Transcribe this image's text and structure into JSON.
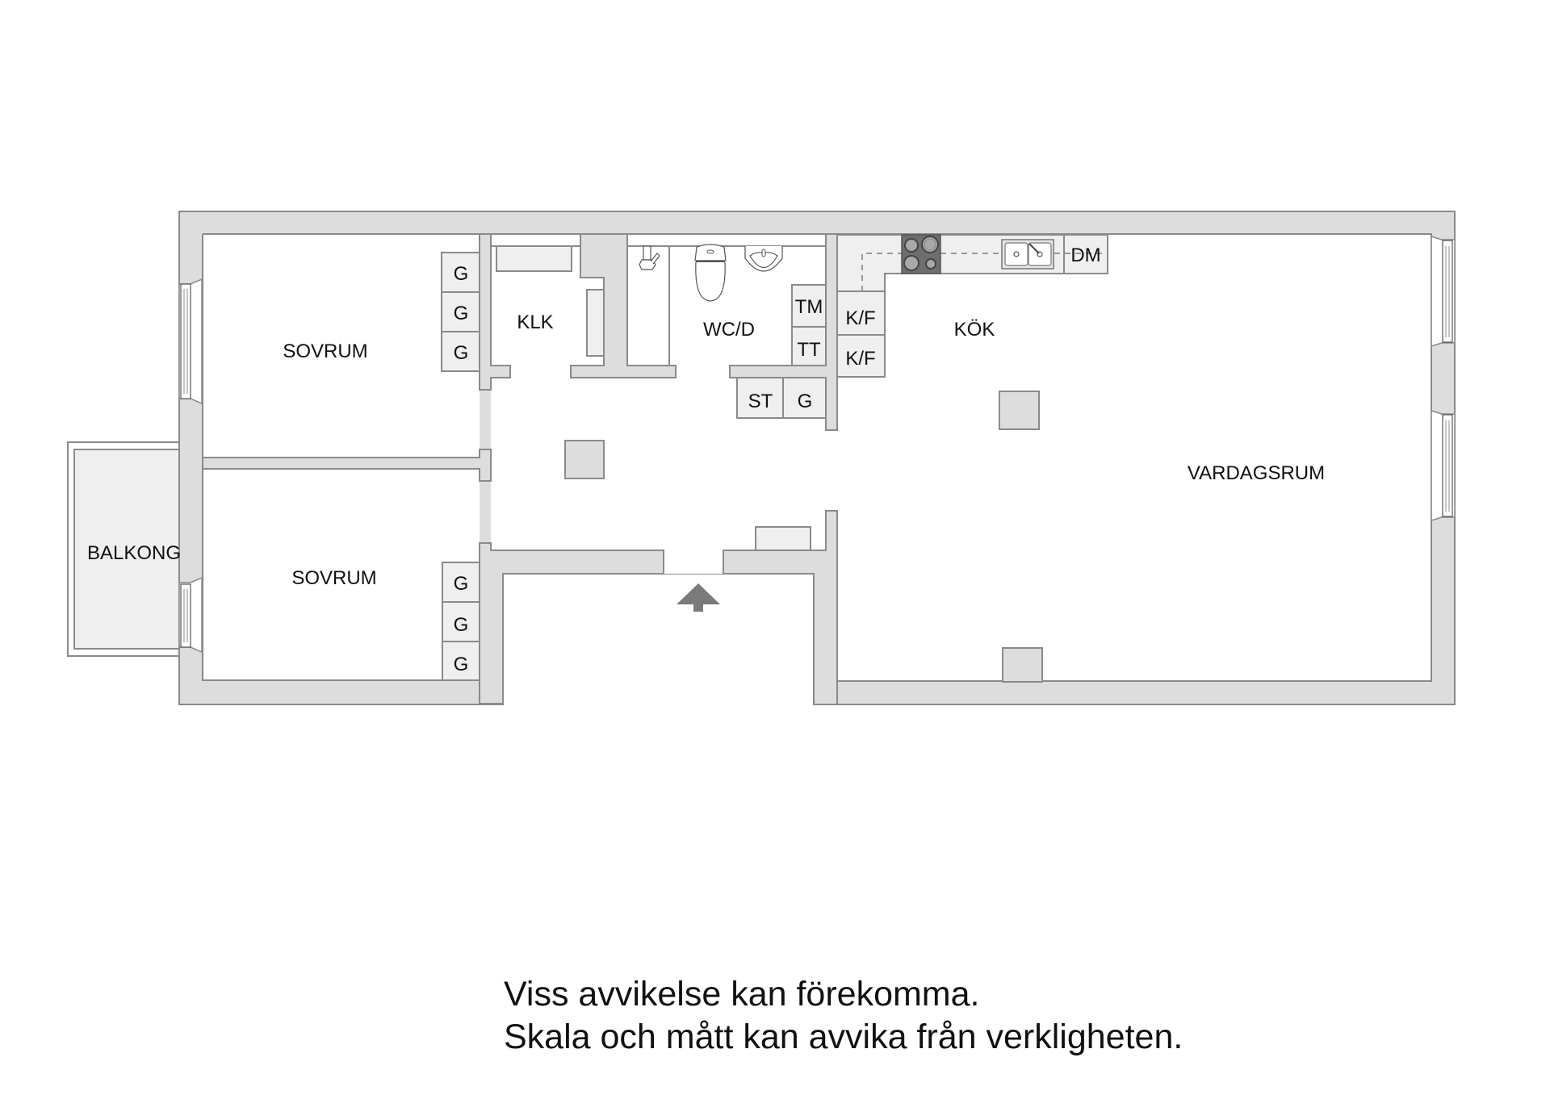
{
  "floorplan": {
    "rooms": {
      "sovrum_upper": "SOVRUM",
      "sovrum_lower": "SOVRUM",
      "balkong": "BALKONG",
      "klk": "KLK",
      "wcd": "WC/D",
      "kok": "KÖK",
      "vardagsrum": "VARDAGSRUM"
    },
    "units": {
      "wardrobe": "G",
      "washing_machine": "TM",
      "tumble_dryer": "TT",
      "storage": "ST",
      "fridge_freezer": "K/F",
      "dishwasher": "DM"
    },
    "icons": [
      "entrance-arrow-icon",
      "stove-icon",
      "kitchen-sink-icon",
      "toilet-icon",
      "washbasin-icon",
      "shower-icon",
      "bathtub-icon",
      "window-icon"
    ],
    "colors": {
      "wall_fill": "#dddddd",
      "wall_stroke": "#8a8a8a",
      "fixture_fill": "#efefef",
      "balcony_fill": "#efefef",
      "stove_fill": "#6e6e6e",
      "arrow_fill": "#7a7a7a"
    }
  },
  "disclaimer": {
    "line1": "Viss avvikelse kan förekomma.",
    "line2": "Skala och mått kan avvika från verkligheten."
  }
}
